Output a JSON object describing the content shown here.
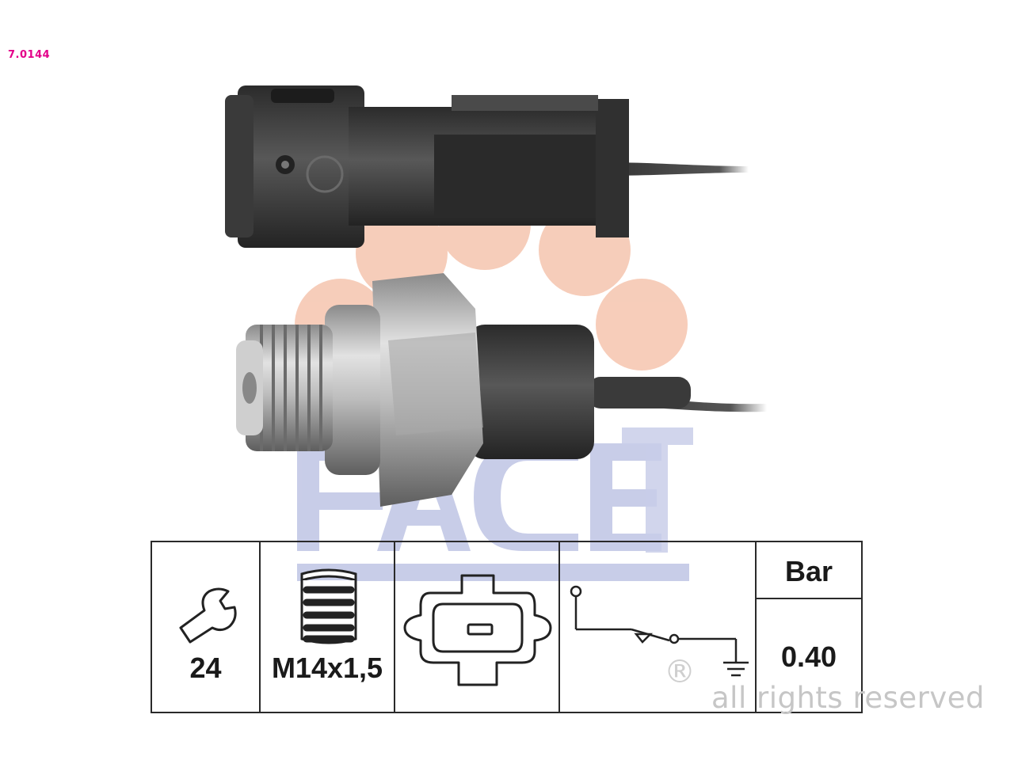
{
  "product": {
    "code": "7.0144"
  },
  "watermark": {
    "brand": "FACET",
    "rights": "all rights reserved",
    "registered_mark": "®"
  },
  "specs": {
    "wrench_size": "24",
    "thread": "M14x1,5",
    "pressure_unit": "Bar",
    "pressure_value": "0.40"
  },
  "icons": {
    "wrench": "wrench-icon",
    "thread": "thread-bolt-icon",
    "connector": "connector-plug-icon",
    "circuit": "switch-circuit-icon"
  },
  "colors": {
    "code_color": "#e4008a",
    "logo_blue": "#2f3e9e",
    "logo_peach": "#f4b49a"
  }
}
